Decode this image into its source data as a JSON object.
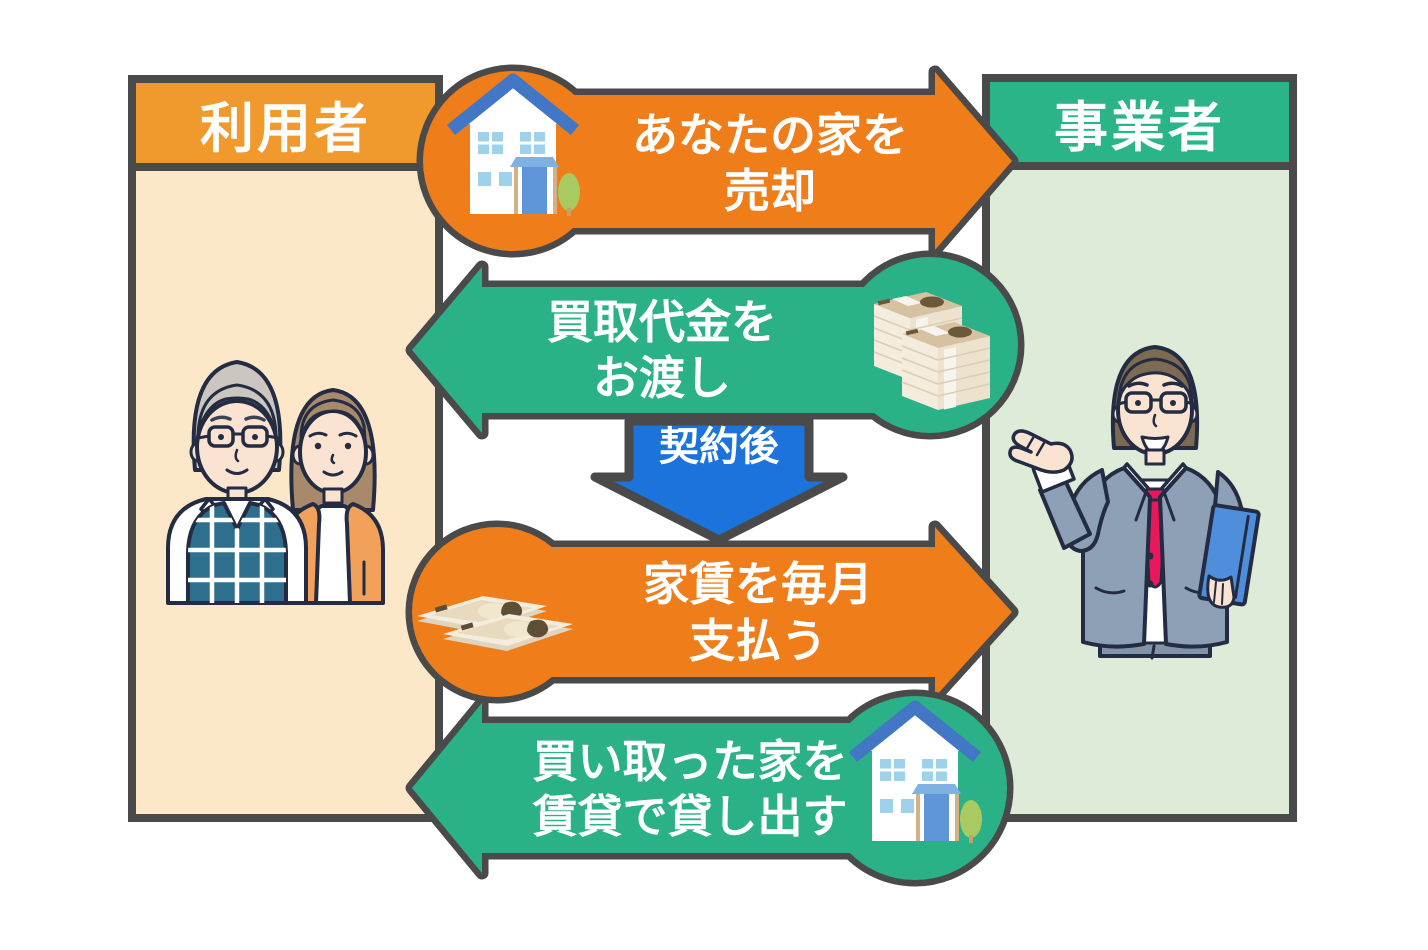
{
  "panels": {
    "user": {
      "title": "利用者"
    },
    "operator": {
      "title": "事業者"
    }
  },
  "flows": {
    "sell": {
      "from": "user",
      "to": "operator",
      "direction": "right",
      "lines": [
        "あなたの家を",
        "売却"
      ],
      "icon": "house-icon"
    },
    "payment": {
      "from": "operator",
      "to": "user",
      "direction": "left",
      "lines": [
        "買取代金を",
        "お渡し"
      ],
      "icon": "money-stack-icon"
    },
    "contract": {
      "direction": "down",
      "label": "契約後"
    },
    "rent": {
      "from": "user",
      "to": "operator",
      "direction": "right",
      "lines": [
        "家賃を毎月",
        "支払う"
      ],
      "icon": "money-bills-icon"
    },
    "lease": {
      "from": "operator",
      "to": "user",
      "direction": "left",
      "lines": [
        "買い取った家を",
        "賃貸で貸し出す"
      ],
      "icon": "house-icon"
    }
  },
  "colors": {
    "arrow_orange": "#EE7D1A",
    "header_orange": "#F0992C",
    "green": "#2BB187",
    "header_green": "#2CB489",
    "blue": "#1C73DB",
    "user_body": "#FCE8C9",
    "operator_body": "#DEEBD9",
    "outline": "#4A4A4A",
    "text": "#FFFFFF"
  }
}
